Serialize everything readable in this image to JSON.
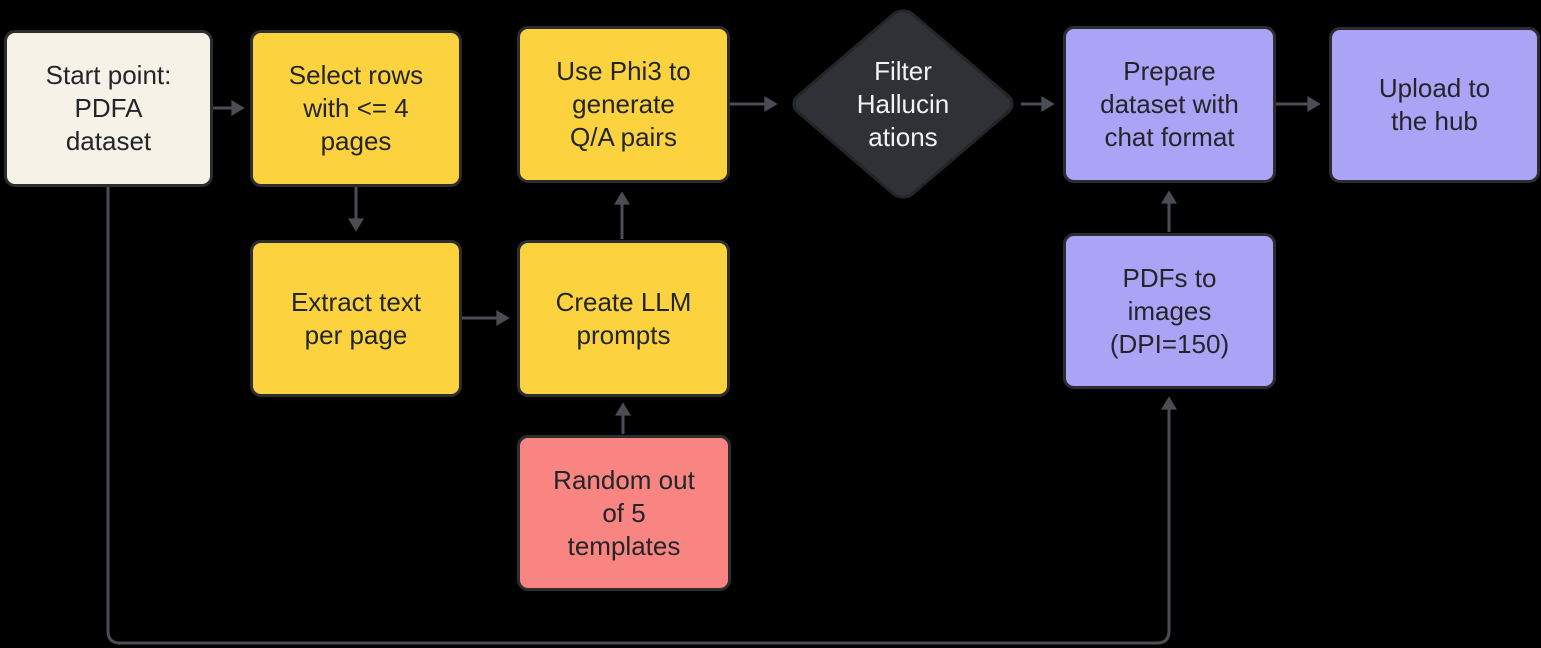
{
  "diagram": {
    "type": "flowchart",
    "background": "#000000",
    "nodes": {
      "start": {
        "label": "Start point:\nPDFA\ndataset",
        "shape": "rounded-rect",
        "fill": "#F7F2E8",
        "text_color": "#232529"
      },
      "select": {
        "label": "Select  rows\nwith <= 4\npages",
        "shape": "rounded-rect",
        "fill": "#FCD33F",
        "text_color": "#232529"
      },
      "phi3": {
        "label": "Use Phi3 to\ngenerate\nQ/A pairs",
        "shape": "rounded-rect",
        "fill": "#FCD33F",
        "text_color": "#232529"
      },
      "filter": {
        "label": "Filter\nHallucin\nations",
        "shape": "diamond",
        "fill": "#2E3136",
        "text_color": "#F2F3F4"
      },
      "prepare": {
        "label": "Prepare\ndataset with\nchat format",
        "shape": "rounded-rect",
        "fill": "#ABA4F6",
        "text_color": "#232529"
      },
      "upload": {
        "label": "Upload to\nthe hub",
        "shape": "rounded-rect",
        "fill": "#ABA4F6",
        "text_color": "#232529"
      },
      "extract": {
        "label": "Extract text\nper page",
        "shape": "rounded-rect",
        "fill": "#FCD33F",
        "text_color": "#232529"
      },
      "create": {
        "label": "Create LLM\nprompts",
        "shape": "rounded-rect",
        "fill": "#FCD33F",
        "text_color": "#232529"
      },
      "pdfs": {
        "label": "PDFs to\nimages\n(DPI=150)",
        "shape": "rounded-rect",
        "fill": "#ABA4F6",
        "text_color": "#232529"
      },
      "random": {
        "label": "Random out\nof 5\ntemplates",
        "shape": "rounded-rect",
        "fill": "#F98583",
        "text_color": "#232529"
      }
    },
    "edges": [
      {
        "from": "start",
        "to": "select"
      },
      {
        "from": "select",
        "to": "extract"
      },
      {
        "from": "extract",
        "to": "create"
      },
      {
        "from": "create",
        "to": "phi3"
      },
      {
        "from": "phi3",
        "to": "filter"
      },
      {
        "from": "filter",
        "to": "prepare"
      },
      {
        "from": "prepare",
        "to": "upload"
      },
      {
        "from": "random",
        "to": "create"
      },
      {
        "from": "pdfs",
        "to": "prepare"
      },
      {
        "from": "start",
        "to": "pdfs"
      }
    ],
    "colors": {
      "node_border": "#2B2D31",
      "diamond_border": "#232529",
      "edge": "#4A4D53",
      "background": "#000000"
    }
  }
}
